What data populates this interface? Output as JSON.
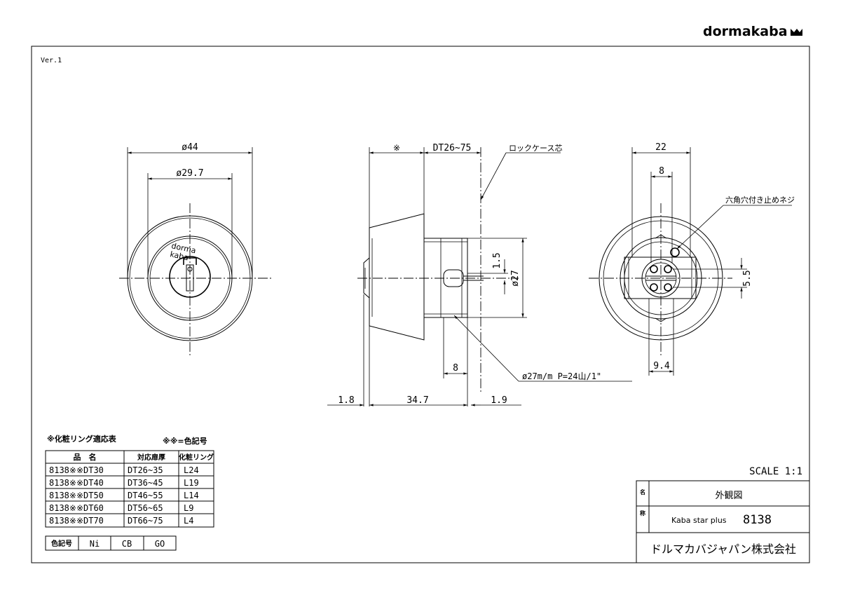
{
  "header": {
    "logo_text": "dormakaba"
  },
  "version": "Ver.1",
  "dims": {
    "front_outer": "ø44",
    "front_inner": "ø29.7",
    "side_star": "※",
    "side_dt": "DT26~75",
    "side_lockcase": "ロックケース芯",
    "side_15": "1.5",
    "side_27": "ø27",
    "side_8": "8",
    "side_thread": "ø27m/m P=24山/1\"",
    "side_18": "1.8",
    "side_347": "34.7",
    "side_19": "1.9",
    "back_22": "22",
    "back_8": "8",
    "back_screw": "六角穴付き止めネジ",
    "back_55": "5.5",
    "back_94": "9.4"
  },
  "cylinder_brand": [
    "dorma",
    "kaba"
  ],
  "ring_table": {
    "title": "※化粧リング適応表",
    "color_note": "※※=色記号",
    "headers": [
      "品　名",
      "対応扉厚",
      "化粧リング"
    ],
    "rows": [
      [
        "8138※※DT30",
        "DT26~35",
        "L24"
      ],
      [
        "8138※※DT40",
        "DT36~45",
        "L19"
      ],
      [
        "8138※※DT50",
        "DT46~55",
        "L14"
      ],
      [
        "8138※※DT60",
        "DT56~65",
        "L9"
      ],
      [
        "8138※※DT70",
        "DT66~75",
        "L4"
      ]
    ]
  },
  "color_codes": {
    "label": "色記号",
    "values": [
      "Ni",
      "CB",
      "GO"
    ]
  },
  "title_block": {
    "scale": "SCALE 1:1",
    "name_label_1": "名",
    "name_label_2": "称",
    "drawing_name": "外観図",
    "product_line": "Kaba star plus",
    "product_code": "8138",
    "company": "ドルマカバジャパン株式会社"
  }
}
